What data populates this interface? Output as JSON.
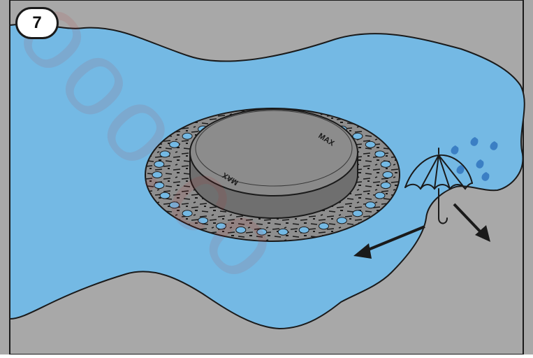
{
  "step": {
    "number": "7"
  },
  "lid": {
    "max_label": "MAX"
  },
  "watermark": {
    "text": "ooo.co"
  },
  "colors": {
    "ground": "#a8a8a8",
    "water": "#74b9e4",
    "plate": "#8e8e8e",
    "lid": "#8a8a8a",
    "holes": "#74b9e4",
    "outline": "#1a1a1a",
    "rain": "#3b7fc4"
  },
  "icons": [
    "umbrella-icon",
    "rain-drop-icon",
    "flow-arrow-icon"
  ]
}
